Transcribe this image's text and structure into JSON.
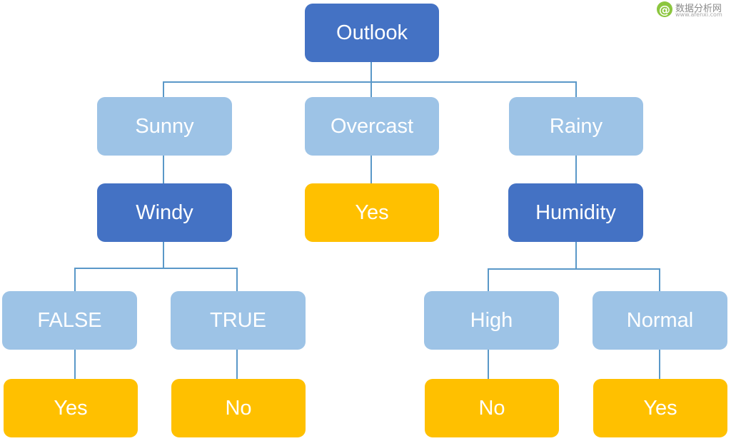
{
  "watermark": {
    "logo_glyph": "@",
    "title": "数据分析网",
    "url": "www.afenxi.com"
  },
  "colors": {
    "decision_node": "#4472c4",
    "value_node": "#9dc3e6",
    "leaf_node": "#ffc000",
    "connector": "#5a98c8",
    "text": "#ffffff"
  },
  "tree": {
    "root": {
      "label": "Outlook",
      "kind": "decision"
    },
    "branches": {
      "sunny": {
        "label": "Sunny",
        "kind": "value",
        "child": {
          "label": "Windy",
          "kind": "decision",
          "branches": {
            "false": {
              "label": "FALSE",
              "kind": "value",
              "leaf": {
                "label": "Yes",
                "kind": "leaf"
              }
            },
            "true": {
              "label": "TRUE",
              "kind": "value",
              "leaf": {
                "label": "No",
                "kind": "leaf"
              }
            }
          }
        }
      },
      "overcast": {
        "label": "Overcast",
        "kind": "value",
        "leaf": {
          "label": "Yes",
          "kind": "leaf"
        }
      },
      "rainy": {
        "label": "Rainy",
        "kind": "value",
        "child": {
          "label": "Humidity",
          "kind": "decision",
          "branches": {
            "high": {
              "label": "High",
              "kind": "value",
              "leaf": {
                "label": "No",
                "kind": "leaf"
              }
            },
            "normal": {
              "label": "Normal",
              "kind": "value",
              "leaf": {
                "label": "Yes",
                "kind": "leaf"
              }
            }
          }
        }
      }
    }
  }
}
